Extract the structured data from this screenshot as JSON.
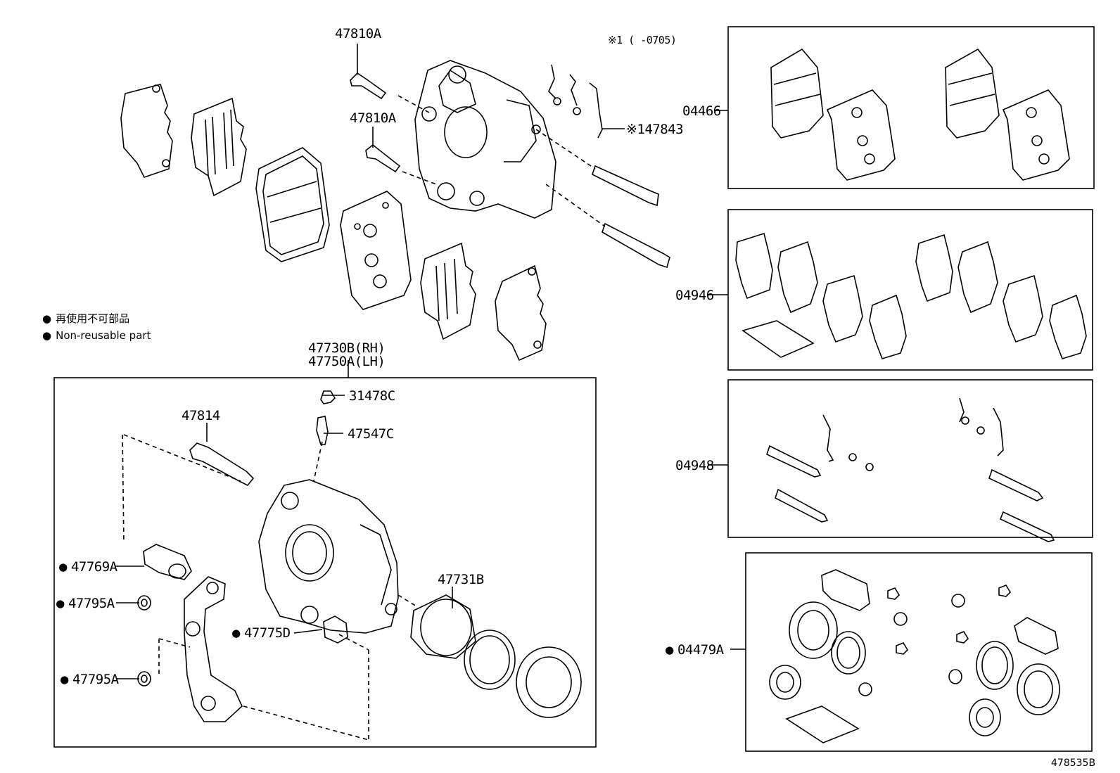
{
  "note": "※1 (      -0705)",
  "legend": {
    "jp": "再使用不可部品",
    "en": "Non-reusable part"
  },
  "labels": {
    "bolt_upper": "47810A",
    "bolt_lower": "47810A",
    "clip": "※147843",
    "caliper_rh": "47730B(RH)",
    "caliper_lh": "47750A(LH)",
    "cap": "31478C",
    "bleeder": "47547C",
    "pin": "47814",
    "boot": "47769A",
    "washer_1": "47795A",
    "washer_2": "47795A",
    "bushing": "47775D",
    "piston": "47731B"
  },
  "kits": {
    "pads": "04466",
    "shims": "04946",
    "fitting": "04948",
    "seal_kit": "04479A"
  },
  "drawing_code": "478535B"
}
